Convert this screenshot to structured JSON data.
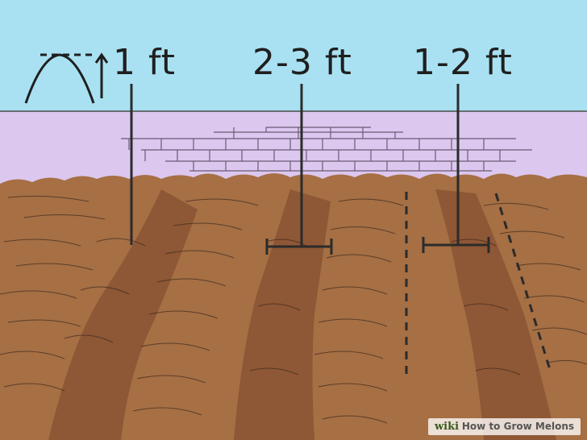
{
  "measurements": {
    "hill_height": "1 ft",
    "row_spacing": "2-3 ft",
    "hill_width": "1-2 ft"
  },
  "watermark": {
    "brand": "wiki",
    "title": "How to Grow Melons"
  },
  "colors": {
    "sky": "#a9e1f2",
    "wall": "#dcc7ee",
    "soil": "#a66f44",
    "furrow": "#8a5432",
    "line": "#2b2b2b"
  }
}
